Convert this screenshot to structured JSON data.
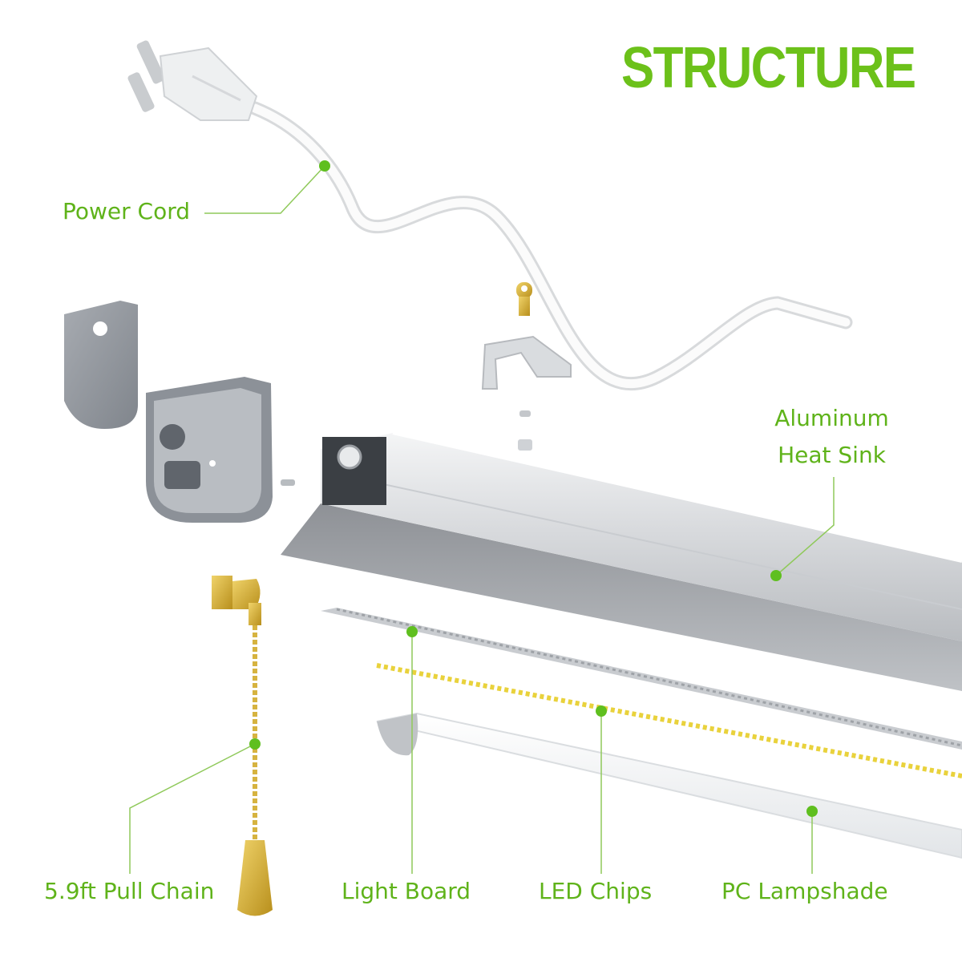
{
  "title": "STRUCTURE",
  "accent_color": "#6cc11a",
  "labels": {
    "power_cord": "Power Cord",
    "heat_sink_line1": "Aluminum",
    "heat_sink_line2": "Heat Sink",
    "pull_chain": "5.9ft Pull Chain",
    "light_board": "Light Board",
    "led_chips": "LED Chips",
    "pc_lampshade": "PC Lampshade"
  },
  "components": [
    "power-cord-plug",
    "end-cap-plate",
    "end-cap-housing",
    "mounting-screw",
    "mounting-clip",
    "aluminum-heat-sink",
    "light-board",
    "led-chip-strip",
    "pc-lampshade",
    "pull-chain-switch"
  ]
}
